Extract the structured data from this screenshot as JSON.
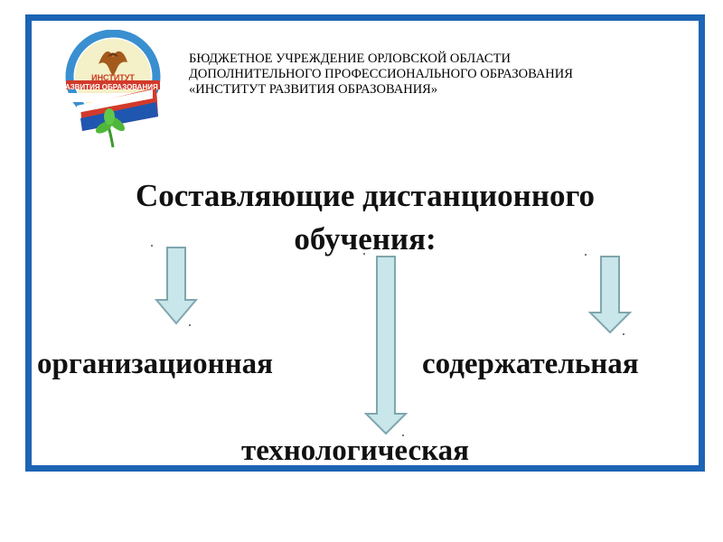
{
  "header": {
    "line1": "БЮДЖЕТНОЕ УЧРЕЖДЕНИЕ ОРЛОВСКОЙ ОБЛАСТИ",
    "line2": "ДОПОЛНИТЕЛЬНОГО ПРОФЕССИОНАЛЬНОГО ОБРАЗОВАНИЯ",
    "line3": "«ИНСТИТУТ РАЗВИТИЯ ОБРАЗОВАНИЯ»"
  },
  "logo": {
    "text_top": "ИНСТИТУТ",
    "text_bottom": "РАЗВИТИЯ ОБРАЗОВАНИЯ"
  },
  "title": {
    "line1": "Составляющие дистанционного",
    "line2": "обучения:"
  },
  "components": {
    "organizational": "организационная",
    "content": "содержательная",
    "technological": "технологическая"
  },
  "colors": {
    "frame": "#1c64b4",
    "arrow_fill": "#c9e6ea",
    "arrow_stroke": "#7fa6ad"
  }
}
